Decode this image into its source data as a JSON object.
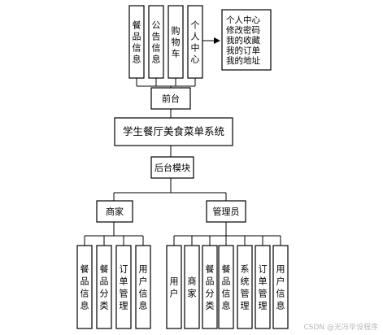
{
  "front_modules": [
    "餐品信息",
    "公告信息",
    "购物车",
    "个人中心"
  ],
  "personal_items": [
    "个人中心",
    "修改密码",
    "我的收藏",
    "我的订单",
    "我的地址"
  ],
  "front_label": "前台",
  "system_title": "学生餐厅美食菜单系统",
  "backend_label": "后台模块",
  "merchant_label": "商家",
  "admin_label": "管理员",
  "merchant_modules": [
    "餐品信息",
    "餐品分类",
    "订单管理",
    "用户信息"
  ],
  "admin_modules": [
    "用户",
    "商家",
    "餐品分类",
    "餐品信息",
    "系统管理",
    "订单管理",
    "用户信息"
  ],
  "watermark": "CSDN @光冯毕设程序"
}
